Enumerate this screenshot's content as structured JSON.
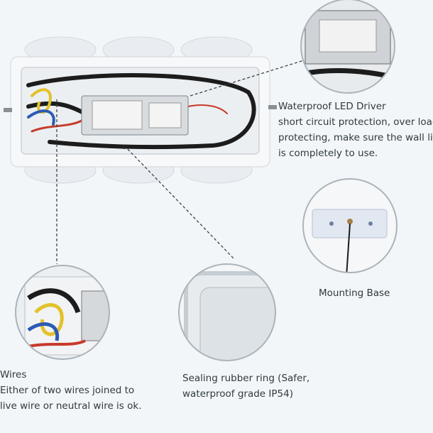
{
  "annotations": {
    "driver": {
      "title": "Waterproof LED Driver",
      "lines": [
        "short  circuit protection, over load",
        "protecting, make sure the wall light",
        "is completely to use."
      ]
    },
    "mounting_base": {
      "title": "Mounting Base"
    },
    "wires": {
      "title": "Wires",
      "lines": [
        "Either of two wires joined to",
        "live wire or neutral wire is ok."
      ]
    },
    "sealing": {
      "lines": [
        "Sealing rubber ring (Safer,",
        "waterproof grade IP54)"
      ]
    }
  },
  "colors": {
    "background": "#f3f6f9",
    "housing": "#f7f8fa",
    "cable": "#1c1c1c",
    "dashed": "#3a4448"
  }
}
